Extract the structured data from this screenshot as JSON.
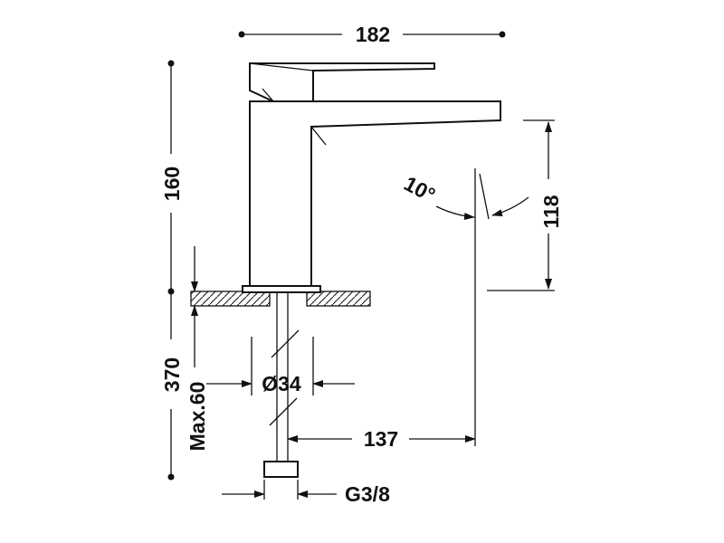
{
  "dimensions": {
    "width_top": "182",
    "height_upper": "160",
    "height_total": "370",
    "spout_height": "118",
    "spout_reach": "137",
    "max_counter": "Max.60",
    "diameter": "Ø34",
    "thread": "G3/8",
    "angle": "10°"
  },
  "colors": {
    "line": "#111111",
    "background": "#ffffff"
  }
}
